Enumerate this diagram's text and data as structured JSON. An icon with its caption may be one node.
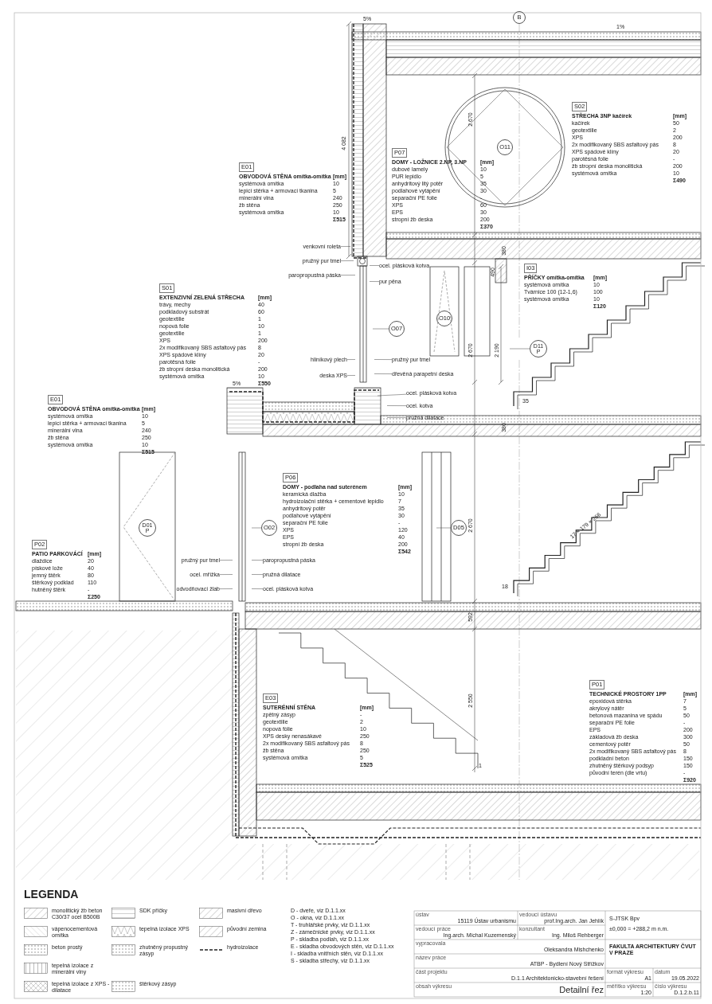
{
  "diagram": {
    "nodes": [
      {
        "text": [
          "B"
        ]
      },
      {
        "text": [
          "S02"
        ]
      },
      {
        "text": [
          "O11"
        ]
      },
      {
        "text": [
          "E01"
        ]
      },
      {
        "text": [
          "P07"
        ]
      },
      {
        "text": [
          "venkovní roleta"
        ]
      },
      {
        "text": [
          "pružný pur tmel"
        ]
      },
      {
        "text": [
          "paropropustná páska"
        ]
      },
      {
        "text": [
          "ocel. plásková kotva"
        ]
      },
      {
        "text": [
          "pur pěna"
        ]
      },
      {
        "text": [
          "I03"
        ]
      },
      {
        "text": [
          "S01"
        ]
      },
      {
        "text": [
          "O07"
        ]
      },
      {
        "text": [
          "O10"
        ]
      },
      {
        "text": [
          "D11",
          "P"
        ]
      },
      {
        "text": [
          "hliníkový plech"
        ]
      },
      {
        "text": [
          "deska XPS"
        ]
      },
      {
        "text": [
          "pružný pur tmel"
        ]
      },
      {
        "text": [
          "dřevěná parapetní deska"
        ]
      },
      {
        "text": [
          "ocel. plásková kotva"
        ]
      },
      {
        "text": [
          "ocel. kotva"
        ]
      },
      {
        "text": [
          "pružná dilatace"
        ]
      },
      {
        "text": [
          "E01"
        ]
      },
      {
        "text": [
          "P06"
        ]
      },
      {
        "text": [
          "D01",
          "P"
        ]
      },
      {
        "text": [
          "O02"
        ]
      },
      {
        "text": [
          "D05"
        ]
      },
      {
        "text": [
          "P02"
        ]
      },
      {
        "text": [
          "pružný pur tmel"
        ]
      },
      {
        "text": [
          "paropropustná páska"
        ]
      },
      {
        "text": [
          "ocel. mřížka"
        ]
      },
      {
        "text": [
          "pružná dilatace"
        ]
      },
      {
        "text": [
          "odvodňovací žlab"
        ]
      },
      {
        "text": [
          "ocel. plásková kotva"
        ]
      },
      {
        "text": [
          "P01"
        ]
      },
      {
        "text": [
          "E03"
        ]
      }
    ],
    "edges": [
      {
        "from": 5,
        "to": null,
        "arrow": "none"
      },
      {
        "from": 6,
        "to": null,
        "arrow": "none"
      },
      {
        "from": 7,
        "to": null,
        "arrow": "none"
      },
      {
        "from": 8,
        "to": null,
        "arrow": "none"
      },
      {
        "from": 9,
        "to": null,
        "arrow": "none"
      },
      {
        "from": 12,
        "to": null,
        "arrow": "none"
      },
      {
        "from": 14,
        "to": null,
        "arrow": "none"
      },
      {
        "from": 15,
        "to": null,
        "arrow": "none"
      },
      {
        "from": 16,
        "to": null,
        "arrow": "none"
      },
      {
        "from": 17,
        "to": null,
        "arrow": "none"
      },
      {
        "from": 18,
        "to": null,
        "arrow": "none"
      },
      {
        "from": 19,
        "to": null,
        "arrow": "none"
      },
      {
        "from": 20,
        "to": null,
        "arrow": "none"
      },
      {
        "from": 21,
        "to": null,
        "arrow": "none"
      },
      {
        "from": 25,
        "to": null,
        "arrow": "none"
      },
      {
        "from": 26,
        "to": null,
        "arrow": "none"
      },
      {
        "from": 28,
        "to": null,
        "arrow": "none"
      },
      {
        "from": 29,
        "to": null,
        "arrow": "none"
      },
      {
        "from": 30,
        "to": null,
        "arrow": "none"
      },
      {
        "from": 31,
        "to": null,
        "arrow": "none"
      },
      {
        "from": 32,
        "to": null,
        "arrow": "none"
      },
      {
        "from": 33,
        "to": null,
        "arrow": "none"
      }
    ],
    "labels": [
      "5%",
      "1%",
      "4 082",
      "OBVODOVÁ STĚNA omítka-omítka",
      "[mm]",
      "systémová omítka",
      "10",
      "lepicí stěrka + armovací tkanina",
      "5",
      "minerální vlna",
      "240",
      "žb stěna",
      "250",
      "systémová omítka",
      "10",
      "Σ515",
      "2 670",
      "DOMY - LOŽNICE 2.NP, 3.NP",
      "[mm]",
      "dubové lamely",
      "10",
      "PUR lepidlo",
      "5",
      "anhydritový litý potěr",
      "35",
      "podlahové vytápění",
      "30",
      "separační PE folie",
      "-",
      "XPS",
      "60",
      "EPS",
      "30",
      "stropní žb deska",
      "200",
      "Σ370",
      "STŘECHA 3NP kačírek",
      "[mm]",
      "kačírek",
      "50",
      "geotextilie",
      "2",
      "XPS",
      "200",
      "2x modifikovaný SBS asfaltový pás",
      "8",
      "XPS spádové klíny",
      "20",
      "parotěsná folie",
      "-",
      "žb stropní deska monolitická",
      "200",
      "systémová omítka",
      "10",
      "Σ490",
      "380",
      "490",
      "PŘÍČKY omítka-omítka",
      "[mm]",
      "systémová omítka",
      "10",
      "Tvárnice 100 (12-1,6)",
      "100",
      "systémová omítka",
      "10",
      "Σ120",
      "EXTENZIVNÍ ZELENÁ STŘECHA",
      "[mm]",
      "trávy, mechy",
      "40",
      "podkladový substrát",
      "60",
      "geotextilie",
      "1",
      "nopová folie",
      "10",
      "geotextilie",
      "1",
      "XPS",
      "200",
      "2x modifikovaný SBS asfaltový pás",
      "8",
      "XPS spádové klíny",
      "20",
      "parotěsná folie",
      "-",
      "žb stropní deska monolitická",
      "200",
      "systémová omítka",
      "10",
      "Σ550",
      "2 670",
      "2 190",
      "35",
      "5%",
      "OBVODOVÁ STĚNA omítka-omítka",
      "[mm]",
      "systémová omítka",
      "10",
      "lepicí stěrka + armovací tkanina",
      "5",
      "minerální vlna",
      "240",
      "žb stěna",
      "250",
      "systémová omítka",
      "10",
      "Σ515",
      "380",
      "DOMY - podlaha nad suterénem",
      "[mm]",
      "keramická dlažba",
      "10",
      "hydroizolační stěrka + cementové lepidlo",
      "7",
      "anhydritový potěr",
      "35",
      "podlahové vytápění",
      "30",
      "separační PE folie",
      "-",
      "XPS",
      "120",
      "EPS",
      "40",
      "stropní žb deska",
      "200",
      "Σ542",
      "2 670",
      "17 × 179 × 266",
      "PATIO PARKOVÁCÍ",
      "[mm]",
      "dlaždice",
      "20",
      "pískové lože",
      "40",
      "jemný štěrk",
      "80",
      "štěrkový podklad",
      "110",
      "hutněný štěrk",
      "-",
      "Σ250",
      "18",
      "592",
      "2 550",
      "SUTERÉNNÍ STĚNA",
      "[mm]",
      "zpětný zásyp",
      "-",
      "geotextilie",
      "2",
      "nopová fólie",
      "10",
      "XPS desky nenasákavé",
      "250",
      "2x modifikovaný SBS asfaltový pás",
      "8",
      "žb stěna",
      "250",
      "systémová omítka",
      "5",
      "Σ525",
      "TECHNICKÉ PROSTORY 1PP",
      "[mm]",
      "epoxidová stěrka",
      "7",
      "akrylový nátěr",
      "5",
      "betonová mazanina ve spádu",
      "50",
      "separační PE folie",
      "-",
      "EPS",
      "200",
      "základová žb deska",
      "300",
      "cementový potěr",
      "50",
      "2x modifikovaný SBS asfaltový pás",
      "8",
      "podkladní beton",
      "150",
      "zhutněný štěrkový podsyp",
      "150",
      "původní terén (dle vrtu)",
      "-",
      "Σ920",
      "1",
      "LEGENDA",
      "D - dveře, viz D.1.1.xx",
      "O - okna, viz D.1.1.xx",
      "T - truhlářské prvky, viz D.1.1.xx",
      "Z - zámečnické prvky, viz D.1.1.xx",
      "P - skladba podlah, viz D.1.1.xx",
      "E - skladba obvodových stěn, viz D.1.1.xx",
      "I - skladba vnitřních stěn, viz D.1.1.xx",
      "S - skladba střechy, viz D.1.1.xx",
      "ústav",
      "15119 Ústav urbanismu",
      "vedoucí ústavu",
      "prof.Ing.arch. Jan Jehlík",
      "vedoucí práce",
      "Ing.arch. Michal Kuzemenský",
      "konzultant",
      "Ing. Miloš Rehberger",
      "S-JTSK Bpv",
      "±0,000 = +288,2 m n.m.",
      "vypracovala",
      "Oleksandra Mishchenko",
      "FAKULTA ARCHITEKTURY ČVUT V PRAZE",
      "název práce",
      "ATBP - Bydlení Nový Střížkov",
      "část projektu",
      "D.1.1 Architektonicko-stavební řešení",
      "formát výkresu",
      "A1",
      "datum",
      "19.05.2022",
      "obsah výkresu",
      "Detailní řez",
      "měřítko výkresu",
      "1:20",
      "číslo výkresu",
      "D.1.2.b.11"
    ],
    "legend": [
      {
        "text": "monolitický žb beton C30/37 ocel B500B"
      },
      {
        "text": "vápenocementová omítka"
      },
      {
        "text": "beton prostý"
      },
      {
        "text": "tepelná izolace z minerální vlny"
      },
      {
        "text": "tepelná izolace z XPS - dilatace"
      },
      {
        "text": "SDK příčky"
      },
      {
        "text": "tepelná izolace XPS"
      },
      {
        "text": "zhutněný propustný zásyp"
      },
      {
        "text": "štěrkový zásyp"
      },
      {
        "text": "masivní dřevo"
      },
      {
        "text": "původní zemina"
      },
      {
        "text": "hydroizolace"
      }
    ]
  }
}
